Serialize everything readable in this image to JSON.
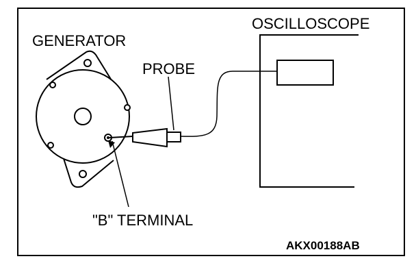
{
  "labels": {
    "oscilloscope": "OSCILLOSCOPE",
    "generator": "GENERATOR",
    "probe": "PROBE",
    "b_terminal": "\"B\" TERMINAL",
    "figure_code": "AKX00188AB"
  },
  "colors": {
    "line": "#000000",
    "background": "#ffffff"
  }
}
